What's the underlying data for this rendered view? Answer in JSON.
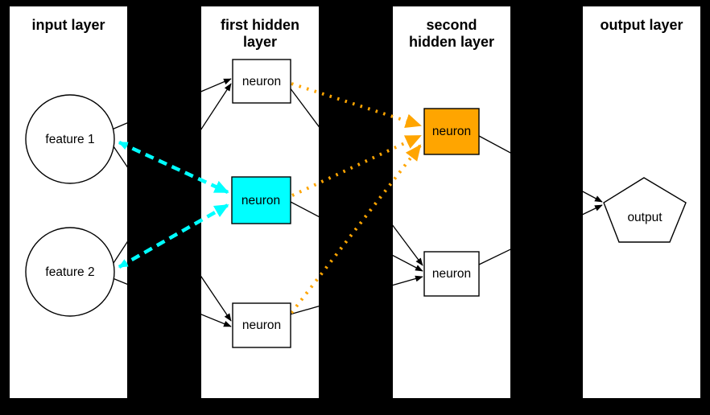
{
  "diagram": {
    "type": "neural-network-architecture",
    "background_color": "#000000",
    "panel_color": "#ffffff",
    "colors": {
      "edge_default": "#000000",
      "highlight_cyan": "#00ffff",
      "highlight_orange": "#ffa500"
    },
    "layers": [
      {
        "id": "input",
        "title": "input layer",
        "title_lines": [
          "input layer"
        ],
        "nodes": [
          {
            "id": "feature1",
            "label": "feature 1",
            "shape": "circle",
            "fill": "#ffffff"
          },
          {
            "id": "feature2",
            "label": "feature 2",
            "shape": "circle",
            "fill": "#ffffff"
          }
        ]
      },
      {
        "id": "hidden1",
        "title": "first hidden layer",
        "title_lines": [
          "first hidden",
          "layer"
        ],
        "nodes": [
          {
            "id": "h1-top",
            "label": "neuron",
            "shape": "rect",
            "fill": "#ffffff"
          },
          {
            "id": "h1-middle",
            "label": "neuron",
            "shape": "rect",
            "fill": "#00ffff"
          },
          {
            "id": "h1-bottom",
            "label": "neuron",
            "shape": "rect",
            "fill": "#ffffff"
          }
        ]
      },
      {
        "id": "hidden2",
        "title": "second hidden layer",
        "title_lines": [
          "second",
          "hidden layer"
        ],
        "nodes": [
          {
            "id": "h2-top",
            "label": "neuron",
            "shape": "rect",
            "fill": "#ffa500"
          },
          {
            "id": "h2-bottom",
            "label": "neuron",
            "shape": "rect",
            "fill": "#ffffff"
          }
        ]
      },
      {
        "id": "output",
        "title": "output layer",
        "title_lines": [
          "output layer"
        ],
        "nodes": [
          {
            "id": "output",
            "label": "output",
            "shape": "pentagon",
            "fill": "#ffffff"
          }
        ]
      }
    ],
    "edges": [
      {
        "from": "feature1",
        "to": "h1-top",
        "style": "solid",
        "color": "#000000",
        "arrow": "end"
      },
      {
        "from": "feature1",
        "to": "h1-bottom",
        "style": "solid",
        "color": "#000000",
        "arrow": "end"
      },
      {
        "from": "feature2",
        "to": "h1-top",
        "style": "solid",
        "color": "#000000",
        "arrow": "end"
      },
      {
        "from": "feature2",
        "to": "h1-bottom",
        "style": "solid",
        "color": "#000000",
        "arrow": "end"
      },
      {
        "from": "feature1",
        "to": "h1-middle",
        "style": "dashed",
        "color": "#00ffff",
        "arrow": "both"
      },
      {
        "from": "feature2",
        "to": "h1-middle",
        "style": "dashed",
        "color": "#00ffff",
        "arrow": "both"
      },
      {
        "from": "h1-top",
        "to": "h2-top",
        "style": "dotted",
        "color": "#ffa500",
        "arrow": "end"
      },
      {
        "from": "h1-middle",
        "to": "h2-top",
        "style": "dotted",
        "color": "#ffa500",
        "arrow": "end"
      },
      {
        "from": "h1-bottom",
        "to": "h2-top",
        "style": "dotted",
        "color": "#ffa500",
        "arrow": "end"
      },
      {
        "from": "h1-top",
        "to": "h2-bottom",
        "style": "solid",
        "color": "#000000",
        "arrow": "end"
      },
      {
        "from": "h1-middle",
        "to": "h2-bottom",
        "style": "solid",
        "color": "#000000",
        "arrow": "end"
      },
      {
        "from": "h1-bottom",
        "to": "h2-bottom",
        "style": "solid",
        "color": "#000000",
        "arrow": "end"
      },
      {
        "from": "h2-top",
        "to": "output",
        "style": "solid",
        "color": "#000000",
        "arrow": "end"
      },
      {
        "from": "h2-bottom",
        "to": "output",
        "style": "solid",
        "color": "#000000",
        "arrow": "end"
      }
    ]
  }
}
